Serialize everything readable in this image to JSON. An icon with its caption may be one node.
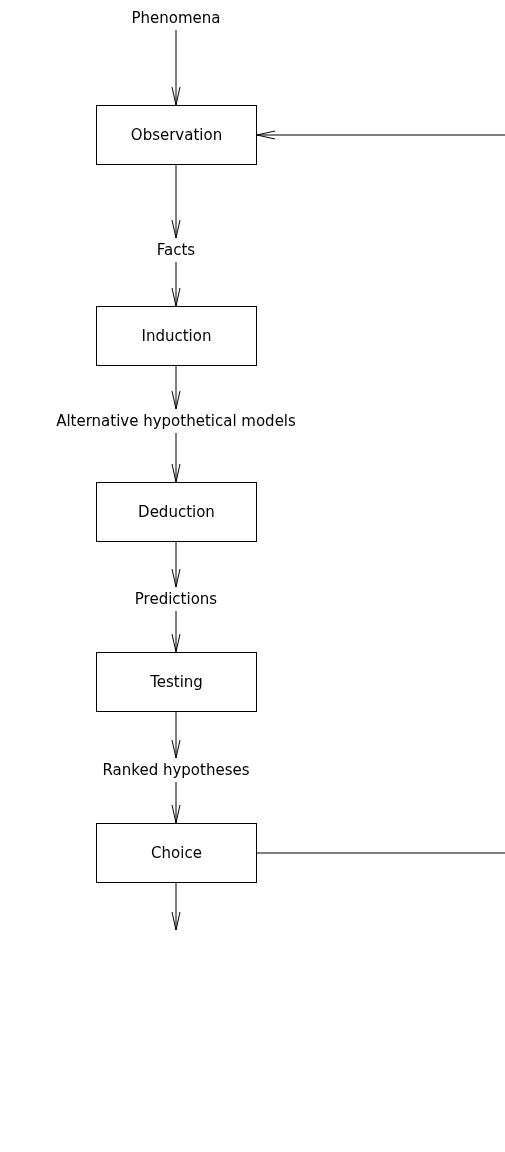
{
  "diagram": {
    "nodes": [
      {
        "text": [
          "Phenomena"
        ]
      },
      {
        "text": [
          "Observation"
        ]
      },
      {
        "text": [
          "Facts"
        ]
      },
      {
        "text": [
          "Induction"
        ]
      },
      {
        "text": [
          "Alternative hypothetical models"
        ]
      },
      {
        "text": [
          "Deduction"
        ]
      },
      {
        "text": [
          "Predictions"
        ]
      },
      {
        "text": [
          "Testing"
        ]
      },
      {
        "text": [
          "Ranked hypotheses"
        ]
      },
      {
        "text": [
          "Choice"
        ]
      }
    ],
    "edges": [
      {
        "from": 0,
        "to": 1,
        "arrow": "to"
      },
      {
        "from": 1,
        "to": 2,
        "arrow": "to"
      },
      {
        "from": 2,
        "to": 3,
        "arrow": "to"
      },
      {
        "from": 3,
        "to": 4,
        "arrow": "to"
      },
      {
        "from": 4,
        "to": 5,
        "arrow": "to"
      },
      {
        "from": 5,
        "to": 6,
        "arrow": "to"
      },
      {
        "from": 6,
        "to": 7,
        "arrow": "to"
      },
      {
        "from": 7,
        "to": 8,
        "arrow": "to"
      },
      {
        "from": 8,
        "to": 9,
        "arrow": "to"
      },
      {
        "from": 9,
        "to": null,
        "arrow": "to"
      },
      {
        "from": 9,
        "to": null,
        "arrow": "none"
      },
      {
        "from": null,
        "to": 1,
        "arrow": "to"
      }
    ]
  }
}
